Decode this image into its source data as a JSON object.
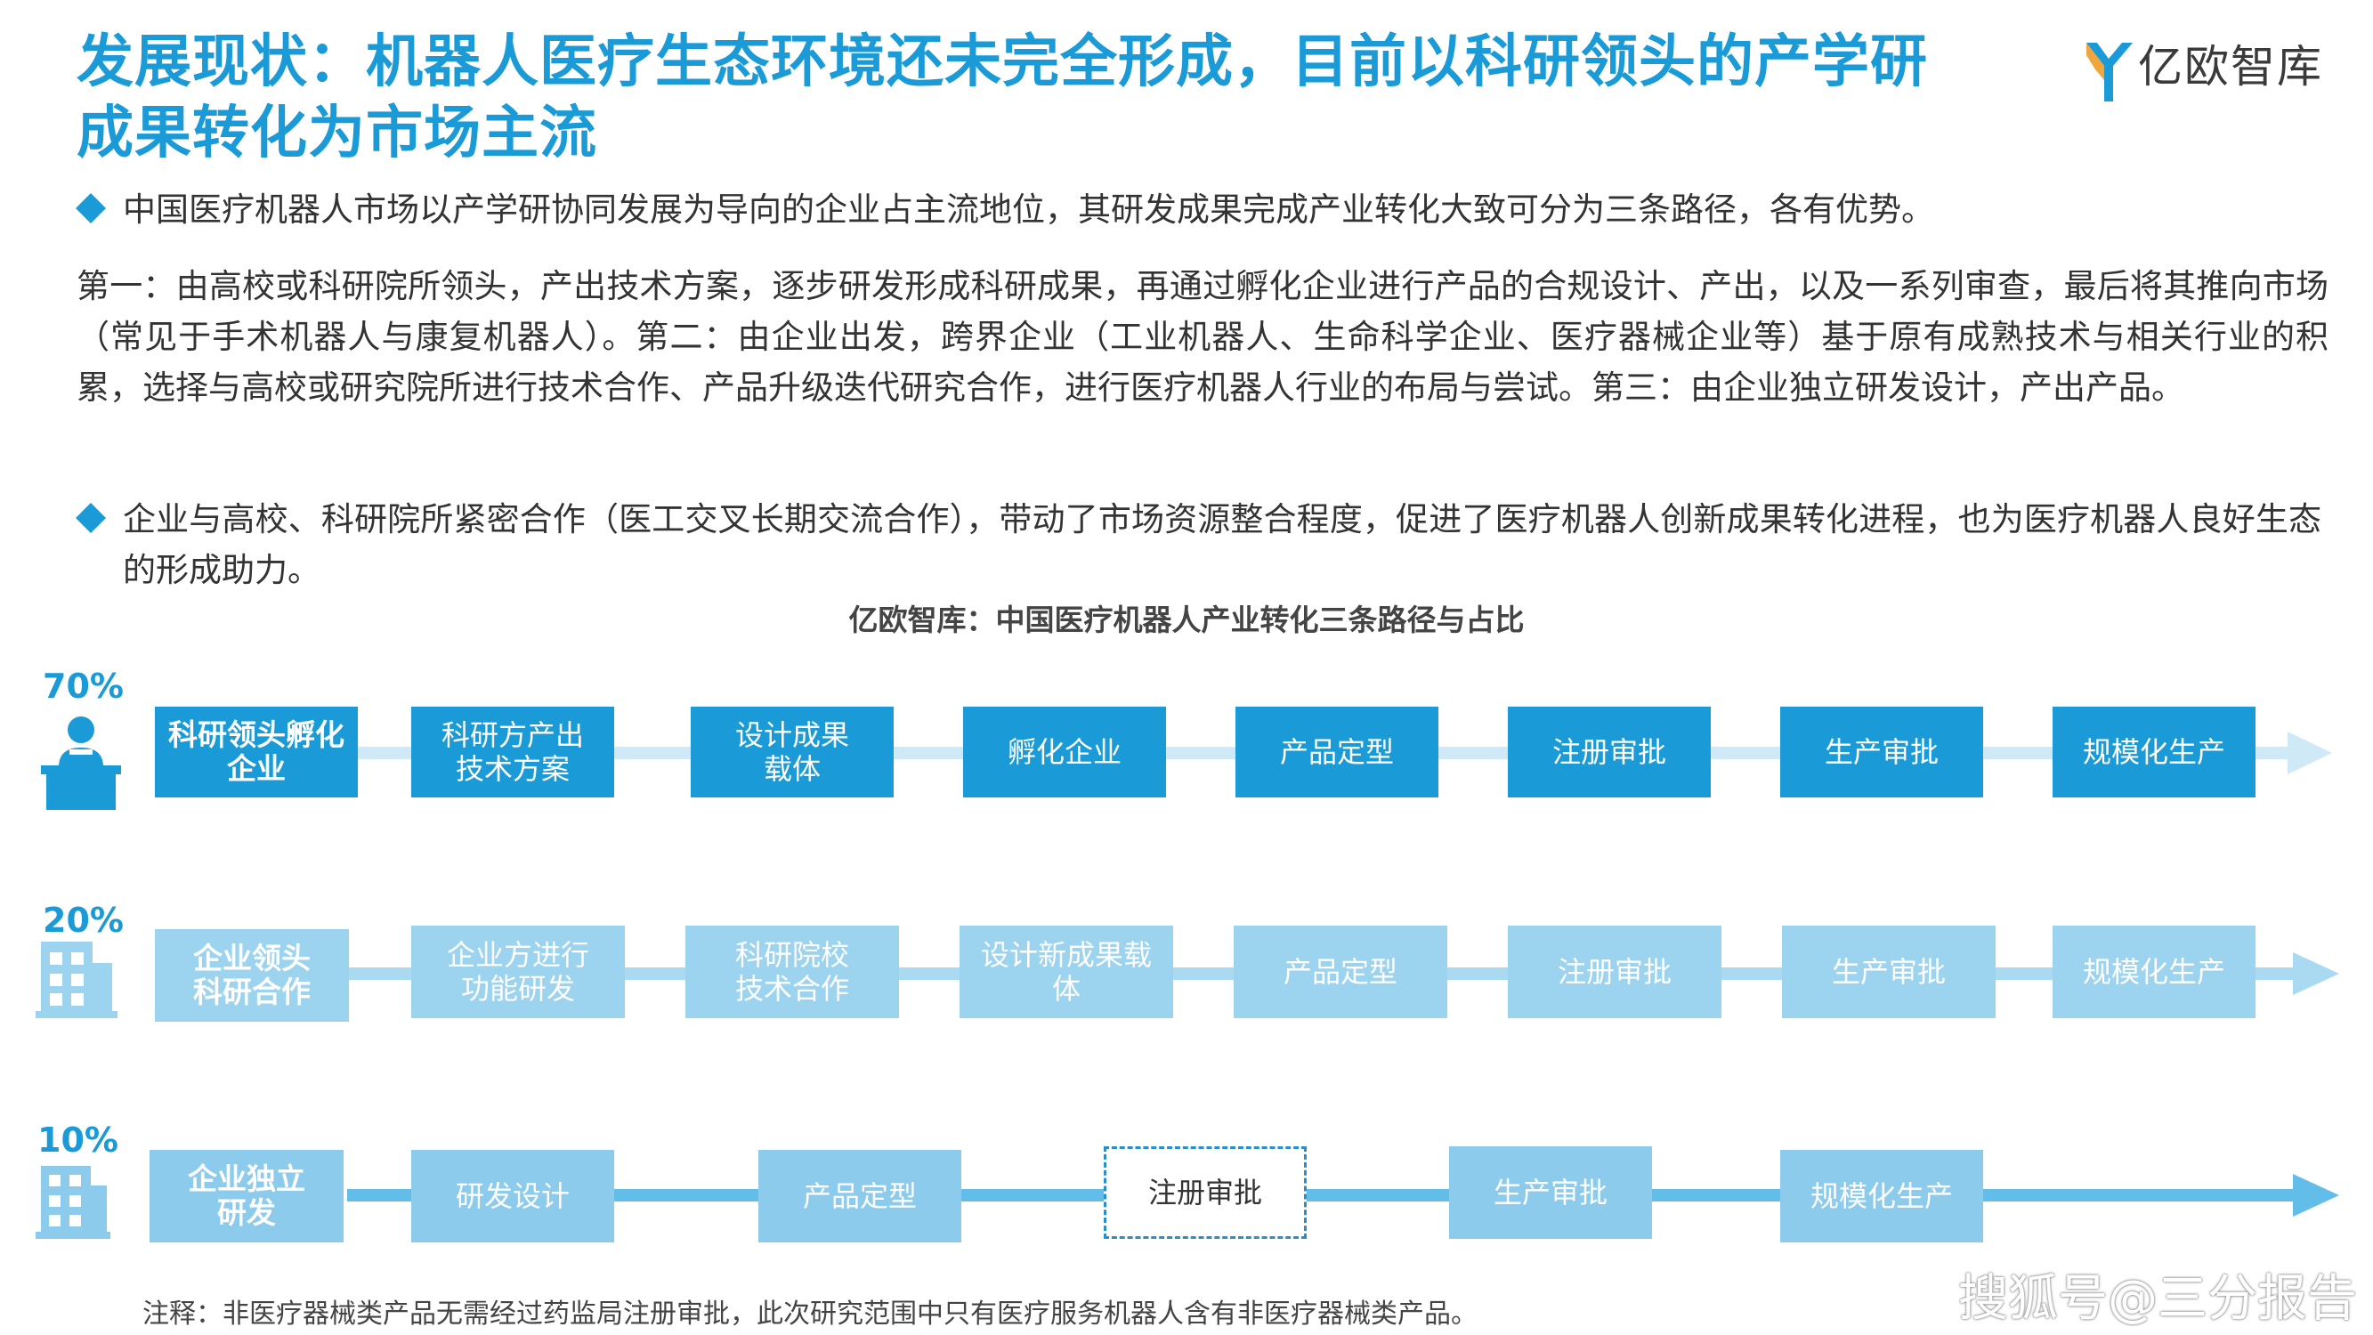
{
  "title": {
    "line1": "发展现状：机器人医疗生态环境还未完全形成，目前以科研领头的产学研",
    "line2": "成果转化为市场主流"
  },
  "logo": {
    "text": "亿欧智库",
    "colors": [
      "#f0a63a",
      "#1a9ad6"
    ]
  },
  "bullet1": "中国医疗机器人市场以产学研协同发展为导向的企业占主流地位，其研发成果完成产业转化大致可分为三条路径，各有优势。",
  "paragraph": "第一：由高校或科研院所领头，产出技术方案，逐步研发形成科研成果，再通过孵化企业进行产品的合规设计、产出，以及一系列审查，最后将其推向市场（常见于手术机器人与康复机器人）。第二：由企业出发，跨界企业（工业机器人、生命科学企业、医疗器械企业等）基于原有成熟技术与相关行业的积累，选择与高校或研究院所进行技术合作、产品升级迭代研究合作，进行医疗机器人行业的布局与尝试。第三：由企业独立研发设计，产出产品。",
  "bullet2": "企业与高校、科研院所紧密合作（医工交叉长期交流合作），带动了市场资源整合程度，促进了医疗机器人创新成果转化进程，也为医疗机器人良好生态的形成助力。",
  "chart_title": "亿欧智库：中国医疗机器人产业转化三条路径与占比",
  "paths": [
    {
      "percent": "70%",
      "icon": "person-at-desk-icon",
      "lead": "科研领头孵化企业",
      "steps": [
        "科研方产出技术方案",
        "设计成果载体",
        "孵化企业",
        "产品定型",
        "注册审批",
        "生产审批",
        "规模化生产"
      ]
    },
    {
      "percent": "20%",
      "icon": "building-icon",
      "lead": "企业领头科研合作",
      "steps": [
        "企业方进行功能研发",
        "科研院校技术合作",
        "设计新成果载体",
        "产品定型",
        "注册审批",
        "生产审批",
        "规模化生产"
      ]
    },
    {
      "percent": "10%",
      "icon": "building-icon",
      "lead": "企业独立研发",
      "steps": [
        "研发设计",
        "产品定型",
        "注册审批",
        "生产审批",
        "规模化生产"
      ]
    }
  ],
  "colors": {
    "accent": "#1a9ad6",
    "row2": "#9cd3ef",
    "row3": "#8ccbec",
    "line1": "#cfe9f7",
    "line2": "#a9daf2",
    "line3": "#62bde9"
  },
  "note": "注释：非医疗器械类产品无需经过药监局注册审批，此次研究范围中只有医疗服务机器人含有非医疗器械类产品。",
  "watermark": "搜狐号@三分报告"
}
